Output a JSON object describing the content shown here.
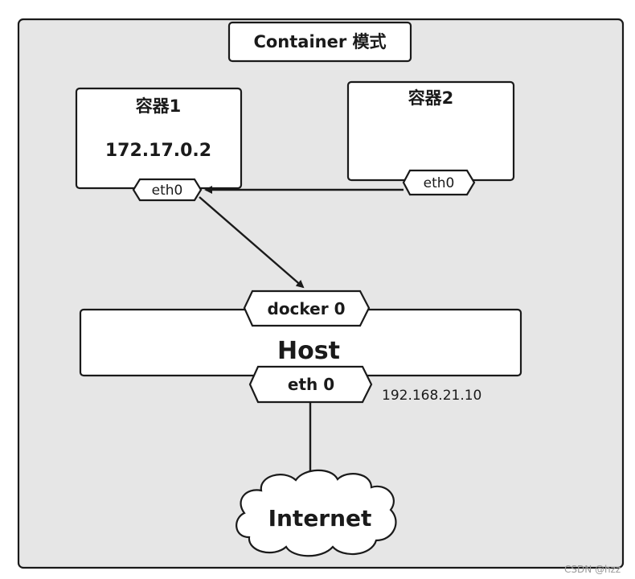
{
  "title": "Container 模式",
  "container1": {
    "name": "容器1",
    "ip": "172.17.0.2",
    "port": "eth0"
  },
  "container2": {
    "name": "容器2",
    "port": "eth0"
  },
  "host": {
    "label": "Host",
    "bridge": "docker 0",
    "nic": "eth 0",
    "ip": "192.168.21.10"
  },
  "internet": {
    "label": "Internet"
  },
  "watermark": "CSDN @hzz",
  "colors": {
    "background_panel": "#e6e6e6",
    "box_fill": "#ffffff",
    "stroke": "#1a1a1a"
  }
}
